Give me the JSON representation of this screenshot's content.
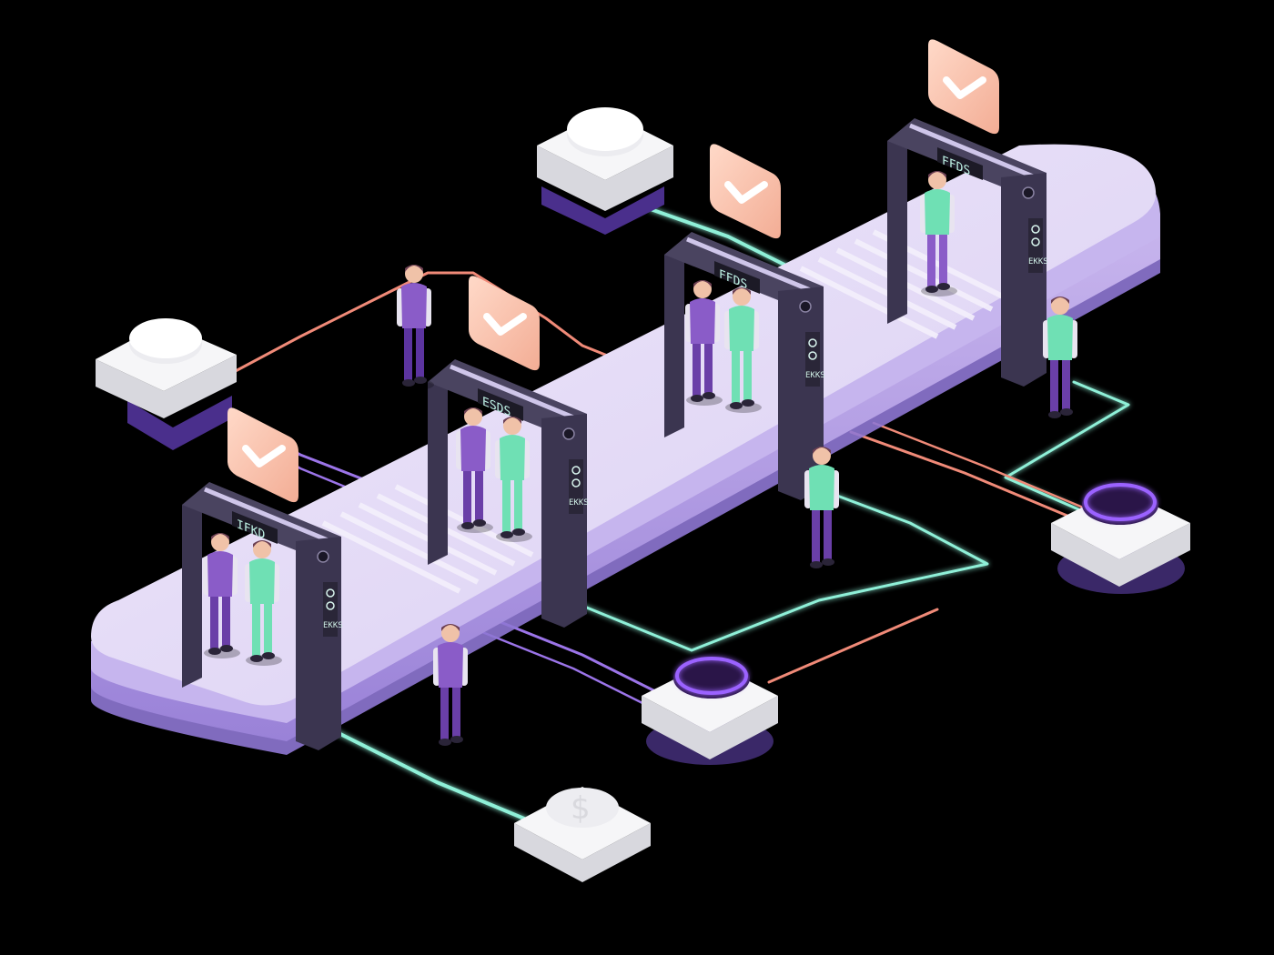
{
  "colors": {
    "background": "#000000",
    "platform_top": "#e4dcf5",
    "platform_side": "#b9a6e6",
    "gate_frame": "#3b3550",
    "gate_glow": "#8ff0d8",
    "check_card": "#f8c8b4",
    "check_mark": "#ffffff",
    "wire_mint": "#8ff0d8",
    "wire_coral": "#f08a78",
    "wire_violet": "#9b74e8",
    "person_purple": "#8a5cc8",
    "person_mint": "#6fe0b4",
    "node_white": "#f2f2f4",
    "node_ring": "#6b2fd6"
  },
  "gates": [
    {
      "label": "IFKD",
      "side": "EKKS"
    },
    {
      "label": "ESDS",
      "side": "EKKS"
    },
    {
      "label": "FFDS",
      "side": "EKKS"
    },
    {
      "label": "FFDS",
      "side": "EKKS"
    }
  ],
  "check_cards": [
    {
      "icon": "check-icon"
    },
    {
      "icon": "check-icon"
    },
    {
      "icon": "check-icon"
    },
    {
      "icon": "check-icon"
    }
  ],
  "nodes": [
    {
      "icon": "blank-button-icon"
    },
    {
      "icon": "blank-button-icon"
    },
    {
      "icon": "ring-button-icon"
    },
    {
      "icon": "ring-button-icon"
    },
    {
      "icon": "coin-button-icon"
    }
  ]
}
